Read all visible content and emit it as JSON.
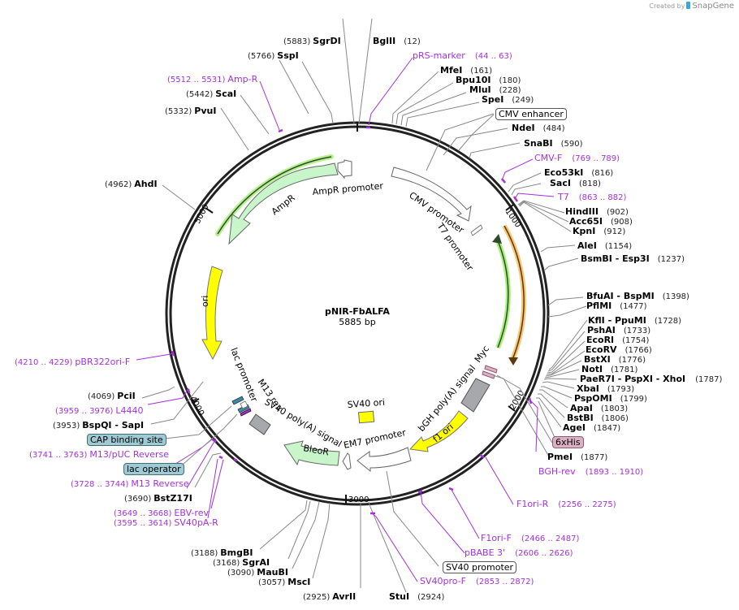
{
  "credit": {
    "prefix": "Created by",
    "brand": "SnapGene"
  },
  "plasmid": {
    "name": "pNIR-FbALFA",
    "size": "5885 bp"
  },
  "colors": {
    "primer": "#a530e0",
    "amp": "#c9f5cb",
    "ori": "#ffff00",
    "bleo": "#c9f5cb",
    "polyA": "#a6a8ab",
    "orange": "#f9c777",
    "green_glow": "#a6f07a"
  },
  "ticks": [
    {
      "label": "1000"
    },
    {
      "label": "2000"
    },
    {
      "label": "3000"
    },
    {
      "label": "4000"
    },
    {
      "label": "5000"
    }
  ],
  "enzymes": [
    {
      "name": "SgrDI",
      "pos": "(5883)"
    },
    {
      "name": "BglII",
      "pos": "(12)"
    },
    {
      "name": "SspI",
      "pos": "(5766)"
    },
    {
      "name": "MfeI",
      "pos": "(161)"
    },
    {
      "name": "Bpu10I",
      "pos": "(180)"
    },
    {
      "name": "MluI",
      "pos": "(228)"
    },
    {
      "name": "SpeI",
      "pos": "(249)"
    },
    {
      "name": "NdeI",
      "pos": "(484)"
    },
    {
      "name": "SnaBI",
      "pos": "(590)"
    },
    {
      "name": "Eco53kI",
      "pos": "(816)"
    },
    {
      "name": "SacI",
      "pos": "(818)"
    },
    {
      "name": "HindIII",
      "pos": "(902)"
    },
    {
      "name": "Acc65I",
      "pos": "(908)"
    },
    {
      "name": "KpnI",
      "pos": "(912)"
    },
    {
      "name": "AleI",
      "pos": "(1154)"
    },
    {
      "name": "BsmBI - Esp3I",
      "pos": "(1237)"
    },
    {
      "name": "BfuAI - BspMI",
      "pos": "(1398)"
    },
    {
      "name": "PflMI",
      "pos": "(1477)"
    },
    {
      "name": "KflI - PpuMI",
      "pos": "(1728)"
    },
    {
      "name": "PshAI",
      "pos": "(1733)"
    },
    {
      "name": "EcoRI",
      "pos": "(1754)"
    },
    {
      "name": "EcoRV",
      "pos": "(1766)"
    },
    {
      "name": "BstXI",
      "pos": "(1776)"
    },
    {
      "name": "NotI",
      "pos": "(1781)"
    },
    {
      "name": "PaeR7I - PspXI - XhoI",
      "pos": "(1787)"
    },
    {
      "name": "XbaI",
      "pos": "(1793)"
    },
    {
      "name": "PspOMI",
      "pos": "(1799)"
    },
    {
      "name": "ApaI",
      "pos": "(1803)"
    },
    {
      "name": "BstBI",
      "pos": "(1806)"
    },
    {
      "name": "AgeI",
      "pos": "(1847)"
    },
    {
      "name": "PmeI",
      "pos": "(1877)"
    },
    {
      "name": "StuI",
      "pos": "(2924)"
    },
    {
      "name": "AvrII",
      "pos": "(2925)"
    },
    {
      "name": "MscI",
      "pos": "(3057)"
    },
    {
      "name": "MauBI",
      "pos": "(3090)"
    },
    {
      "name": "SgrAI",
      "pos": "(3168)"
    },
    {
      "name": "BmgBI",
      "pos": "(3188)"
    },
    {
      "name": "BstZ17I",
      "pos": "(3690)"
    },
    {
      "name": "BspQI - SapI",
      "pos": "(3953)"
    },
    {
      "name": "PciI",
      "pos": "(4069)"
    },
    {
      "name": "AhdI",
      "pos": "(4962)"
    },
    {
      "name": "PvuI",
      "pos": "(5332)"
    },
    {
      "name": "ScaI",
      "pos": "(5442)"
    }
  ],
  "primers": [
    {
      "name": "pRS-marker",
      "range": "(44 .. 63)"
    },
    {
      "name": "CMV-F",
      "range": "(769 .. 789)"
    },
    {
      "name": "T7",
      "range": "(863 .. 882)"
    },
    {
      "name": "BGH-rev",
      "range": "(1893 .. 1910)"
    },
    {
      "name": "F1ori-R",
      "range": "(2256 .. 2275)"
    },
    {
      "name": "F1ori-F",
      "range": "(2466 .. 2487)"
    },
    {
      "name": "pBABE 3'",
      "range": "(2606 .. 2626)"
    },
    {
      "name": "SV40pro-F",
      "range": "(2853 .. 2872)"
    },
    {
      "name": "SV40pA-R",
      "range": "(3595 .. 3614)"
    },
    {
      "name": "EBV-rev",
      "range": "(3649 .. 3668)"
    },
    {
      "name": "M13 Reverse",
      "range": "(3728 .. 3744)"
    },
    {
      "name": "M13/pUC Reverse",
      "range": "(3741 .. 3763)"
    },
    {
      "name": "L4440",
      "range": "(3959 .. 3976)"
    },
    {
      "name": "pBR322ori-F",
      "range": "(4210 .. 4229)"
    },
    {
      "name": "Amp-R",
      "range": "(5512 .. 5531)"
    }
  ],
  "boxed_features": [
    {
      "name": "CMV enhancer"
    },
    {
      "name": "6xHis"
    },
    {
      "name": "SV40 promoter"
    },
    {
      "name": "CAP binding site"
    },
    {
      "name": "lac operator"
    }
  ],
  "map_features": [
    {
      "name": "AmpR promoter"
    },
    {
      "name": "AmpR"
    },
    {
      "name": "CMV promoter"
    },
    {
      "name": "T7 promoter"
    },
    {
      "name": "ori"
    },
    {
      "name": "lac promoter"
    },
    {
      "name": "M13 rev"
    },
    {
      "name": "SV40 poly(A) signal"
    },
    {
      "name": "BleoR"
    },
    {
      "name": "EM7 promoter"
    },
    {
      "name": "SV40 ori"
    },
    {
      "name": "bGH poly(A) signal"
    },
    {
      "name": "f1 ori"
    },
    {
      "name": "Myc"
    }
  ]
}
